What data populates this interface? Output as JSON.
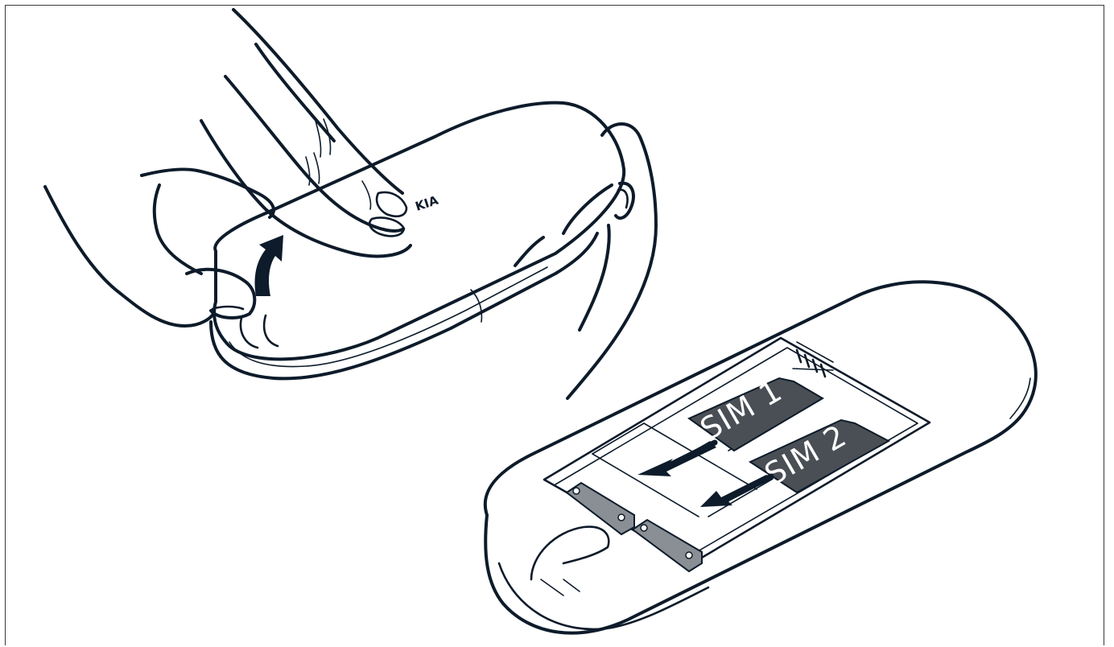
{
  "illustration": {
    "logo_fragment": "KIA",
    "sim_labels": [
      "SIM 1",
      "SIM 2"
    ],
    "colors": {
      "ink": "#0d1b2a",
      "sim_card": "#4a4f55",
      "background": "#ffffff",
      "frame": "#3a3a3a"
    },
    "icons": [
      "hands-removing-back-cover",
      "lift-arrow-icon",
      "insert-arrow-icon"
    ]
  }
}
